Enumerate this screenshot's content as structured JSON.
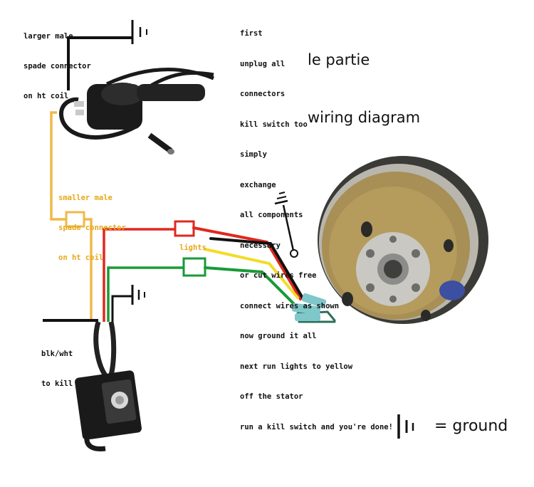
{
  "labels": {
    "ht_coil_large": [
      "larger male",
      "spade connector",
      "on ht coil"
    ],
    "ht_coil_small": [
      "smaller male",
      "spade connector",
      "on ht coil"
    ],
    "lights": "lights",
    "kill": [
      "blk/wht",
      "to kill"
    ]
  },
  "title": [
    "le partie",
    "wiring diagram"
  ],
  "instructions": [
    "first",
    "unplug all",
    "connectors",
    "kill switch too",
    "simply",
    "exchange",
    "all components",
    "necessary",
    "or cut wires free",
    "connect wires as shown",
    "now ground it all",
    "next run lights to yellow",
    "off the stator",
    "run a kill switch and you're done!"
  ],
  "legend": {
    "text": "= ground"
  },
  "colors": {
    "red_wire": "#e0281e",
    "yellow_wire": "#f3dc2a",
    "green_wire": "#199a36",
    "black_wire": "#111111",
    "orange_wire": "#f0b84a",
    "label_yellow": "#e6a817"
  }
}
